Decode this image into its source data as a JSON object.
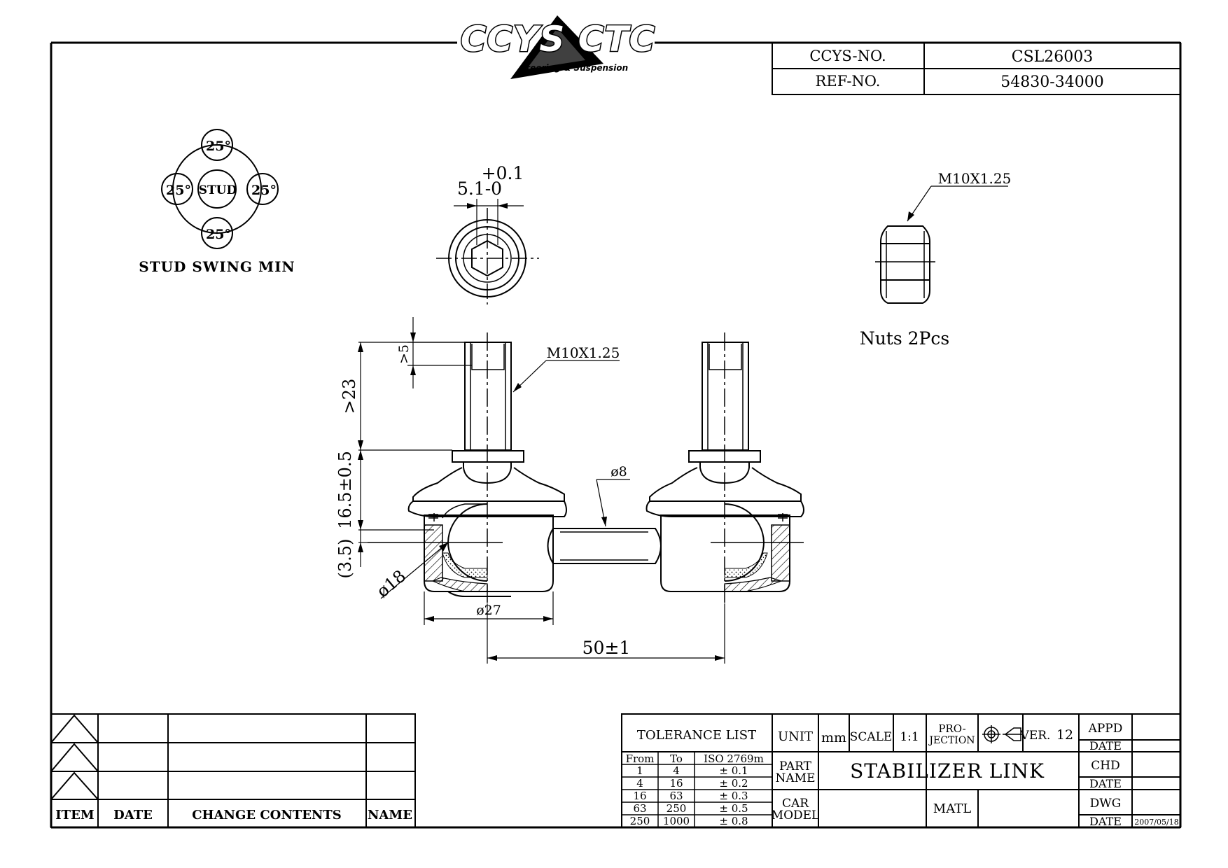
{
  "logo": {
    "brand": "CCYS CTC",
    "tagline": "Steering & Suspension"
  },
  "header": {
    "ccys_no_label": "CCYS-NO.",
    "ccys_no_value": "CSL26003",
    "ref_no_label": "REF-NO.",
    "ref_no_value": "54830-34000"
  },
  "swing": {
    "angle_top": "25°",
    "angle_left": "25°",
    "angle_right": "25°",
    "angle_bottom": "25°",
    "center": "STUD",
    "caption": "STUD SWING MIN"
  },
  "top_view": {
    "tol_upper": "+0.1",
    "dim_hex": "5.1-0"
  },
  "nut": {
    "thread": "M10X1.25",
    "caption": "Nuts 2Pcs"
  },
  "dimensions": {
    "thread": "M10X1.25",
    "min_thread_depth": ">5",
    "stud_length": ">23",
    "ball_height": "16.5±0.5",
    "offset": "(3.5)",
    "ball_dia": "ø18",
    "housing_dia": "ø27",
    "rod_dia": "ø8",
    "center_distance": "50±1"
  },
  "revision_table": {
    "headers": [
      "ITEM",
      "DATE",
      "CHANGE CONTENTS",
      "NAME"
    ]
  },
  "title_block": {
    "tolerance_title": "TOLERANCE LIST",
    "tol_headers": [
      "From",
      "To",
      "ISO 2769m"
    ],
    "tol_rows": [
      [
        "1",
        "4",
        "± 0.1"
      ],
      [
        "4",
        "16",
        "± 0.2"
      ],
      [
        "16",
        "63",
        "± 0.3"
      ],
      [
        "63",
        "250",
        "± 0.5"
      ],
      [
        "250",
        "1000",
        "± 0.8"
      ]
    ],
    "unit_label": "UNIT",
    "unit_value": "mm",
    "scale_label": "SCALE",
    "scale_value": "1:1",
    "projection_label_1": "PRO-",
    "projection_label_2": "JECTION",
    "ver_label": "VER.",
    "ver_value": "12",
    "part_name_label_1": "PART",
    "part_name_label_2": "NAME",
    "part_name": "STABILIZER LINK",
    "car_model_label_1": "CAR",
    "car_model_label_2": "MODEL",
    "matl_label": "MATL",
    "appd_label": "APPD",
    "date_label": "DATE",
    "chd_label": "CHD",
    "dwg_label": "DWG",
    "dwg_date": "2007/05/18"
  }
}
